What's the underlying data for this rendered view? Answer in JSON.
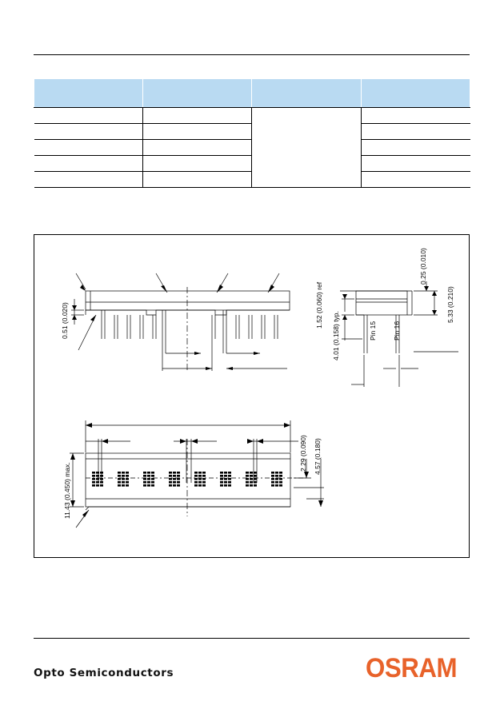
{
  "document": {
    "footer_company": "Opto Semiconductors",
    "logo_text": "OSRAM",
    "colors": {
      "table_header": "#b9daf2",
      "logo": "#e8622a",
      "rule": "#000000"
    }
  },
  "table": {
    "columns": 4,
    "header_cells": [
      "",
      "",
      "",
      ""
    ],
    "rows": [
      [
        "",
        "",
        "",
        ""
      ],
      [
        "",
        "",
        "",
        ""
      ],
      [
        "",
        "",
        "",
        ""
      ],
      [
        "",
        "",
        "",
        ""
      ],
      [
        "",
        "",
        "",
        ""
      ]
    ]
  },
  "drawing": {
    "dimensions": {
      "d1": "0.51 (0.020)",
      "d2": "1.52 (0.060) ref",
      "d3": "4.01 (0.158) typ.",
      "d4": "0.25 (0.010)",
      "d5": "5.33 (0.210)",
      "d6": "11.43 (0.450) max.",
      "d7": "2.29 (0.090)",
      "d8": "4.57 (0.180)"
    },
    "pin_labels": {
      "p1": "Pin 15",
      "p2": "Pin 16"
    }
  }
}
